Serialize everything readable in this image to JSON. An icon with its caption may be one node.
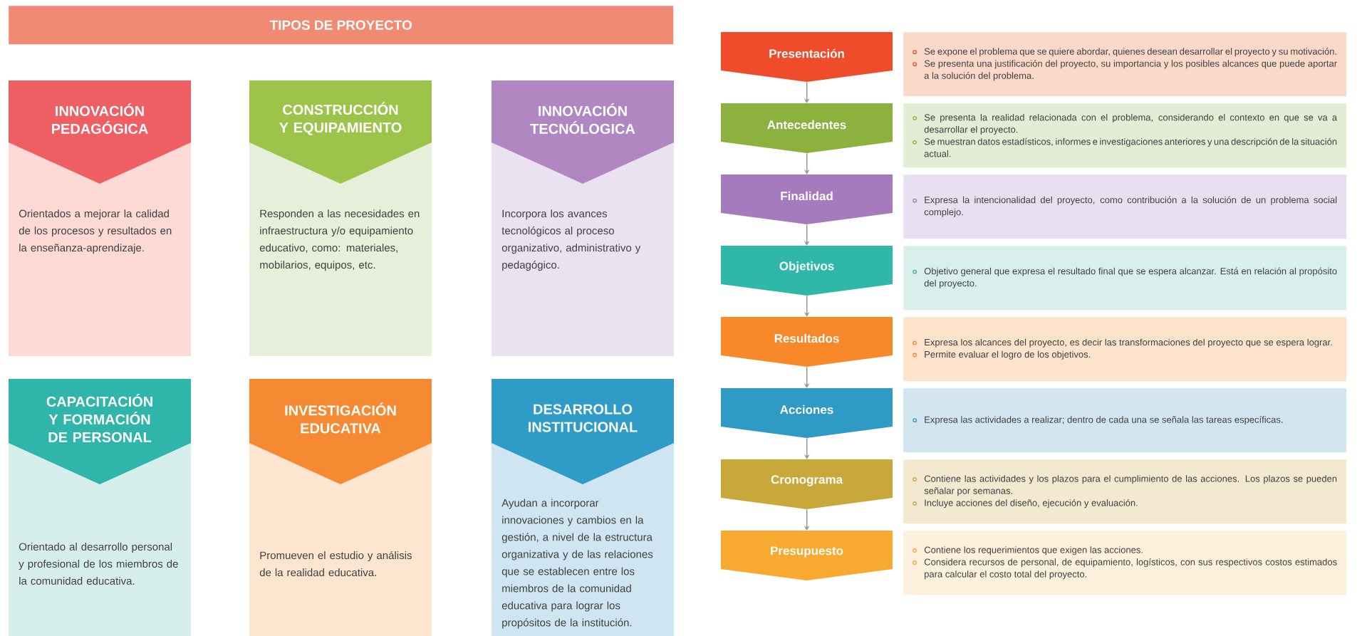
{
  "diagram": {
    "nodes": [
      {
        "text": [
          "TIPOS DE PROYECTO"
        ]
      },
      {
        "text": [
          "INNOVACIÓN PEDAGÓGICA",
          "Orientados a mejorar la calidad de los procesos y resultados en la enseñanza-aprendizaje."
        ]
      },
      {
        "text": [
          "CONSTRUCCIÓN Y EQUIPAMIENTO",
          "Responden a las necesidades en infraestructura y/o equipamiento educativo, como: materiales, mobilarios, equipos, etc."
        ]
      },
      {
        "text": [
          "INNOVACIÓN TECNÓLOGICA",
          "Incorpora los avances tecnológicos al proceso organizativo, administrativo y pedagógico."
        ]
      },
      {
        "text": [
          "CAPACITACIÓN Y FORMACIÓN DE PERSONAL",
          "Orientado al desarrollo personal y profesional de los miembros de la comunidad educativa."
        ]
      },
      {
        "text": [
          "INVESTIGACIÓN EDUCATIVA",
          "Promueven el estudio y análisis de la realidad educativa."
        ]
      },
      {
        "text": [
          "DESARROLLO INSTITUCIONAL",
          "Ayudan a incorporar innovaciones y cambios en la gestión, a nivel de la estructura organizativa y de las relaciones que se establecen entre los miembros de la comunidad educativa para lograr los propósitos de la institución."
        ]
      },
      {
        "text": [
          "Presentación"
        ]
      },
      {
        "text": [
          "Se expone el problema que se quiere abordar, quienes desean desarrollar el proyecto y su motivación.",
          "Se presenta una justificación del proyecto, su importancia y los posibles alcances que puede aportar a la solución del problema."
        ]
      },
      {
        "text": [
          "Antecedentes"
        ]
      },
      {
        "text": [
          "Se presenta la realidad relacionada con el problema, considerando el contexto en que se va a desarrollar el proyecto.",
          "Se muestran datos estadísticos, informes e investigaciones anteriores y una descripción de la situación actual."
        ]
      },
      {
        "text": [
          "Finalidad"
        ]
      },
      {
        "text": [
          "Expresa la intencionalidad del proyecto, como contribución a la solución de un problema social complejo."
        ]
      },
      {
        "text": [
          "Objetivos"
        ]
      },
      {
        "text": [
          "Objetivo general que expresa el resultado final que se espera alcanzar. Está en relación al propósito del proyecto."
        ]
      },
      {
        "text": [
          "Resultados"
        ]
      },
      {
        "text": [
          "Expresa los alcances del proyecto, es decir las transformaciones del proyecto que se espera lograr.",
          "Permite evaluar el logro de los objetivos."
        ]
      },
      {
        "text": [
          "Acciones"
        ]
      },
      {
        "text": [
          "Expresa las actividades a realizar; dentro de cada una se señala las tareas específicas."
        ]
      },
      {
        "text": [
          "Cronograma"
        ]
      },
      {
        "text": [
          "Contiene las actividades y los plazos para el cumplimiento de las acciones. Los plazos se pueden señalar por semanas.",
          "Incluye acciones del diseño, ejecución y evaluación."
        ]
      },
      {
        "text": [
          "Presupuesto"
        ]
      },
      {
        "text": [
          "Contiene los requerimientos que exigen las acciones.",
          "Considera recursos de personal, de equipamiento, logísticos, con sus respectivos costos estimados para calcular el costo total del proyecto."
        ]
      }
    ],
    "edges": [
      {
        "from": 7,
        "to": 9,
        "arrow": "to"
      },
      {
        "from": 9,
        "to": 11,
        "arrow": "to"
      },
      {
        "from": 11,
        "to": 13,
        "arrow": "to"
      },
      {
        "from": 13,
        "to": 15,
        "arrow": "to"
      },
      {
        "from": 15,
        "to": 17,
        "arrow": "to"
      },
      {
        "from": 17,
        "to": 19,
        "arrow": "to"
      },
      {
        "from": 19,
        "to": 21,
        "arrow": "to"
      }
    ]
  }
}
